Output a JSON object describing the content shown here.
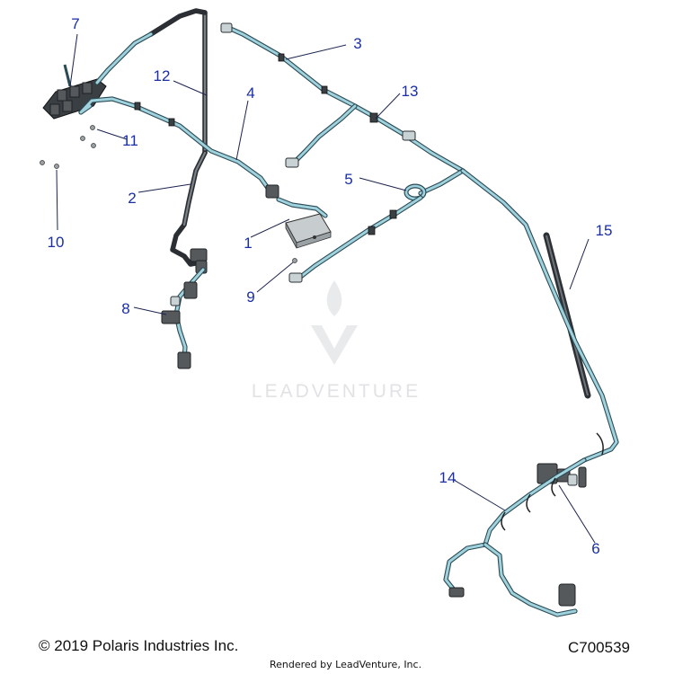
{
  "diagram": {
    "callouts": [
      "1",
      "2",
      "3",
      "4",
      "5",
      "6",
      "7",
      "8",
      "9",
      "10",
      "11",
      "12",
      "13",
      "14",
      "15"
    ],
    "watermark": "LEADVENTURE",
    "colors": {
      "harness": "#9fd2dc",
      "harness_outline": "#2a4a55",
      "callout_text": "#1a2ea6",
      "conduit": "#2b2f33"
    }
  },
  "footer": {
    "copyright": "© 2019 Polaris Industries Inc.",
    "part_number": "C700539",
    "rendered_by": "Rendered by LeadVenture, Inc."
  }
}
